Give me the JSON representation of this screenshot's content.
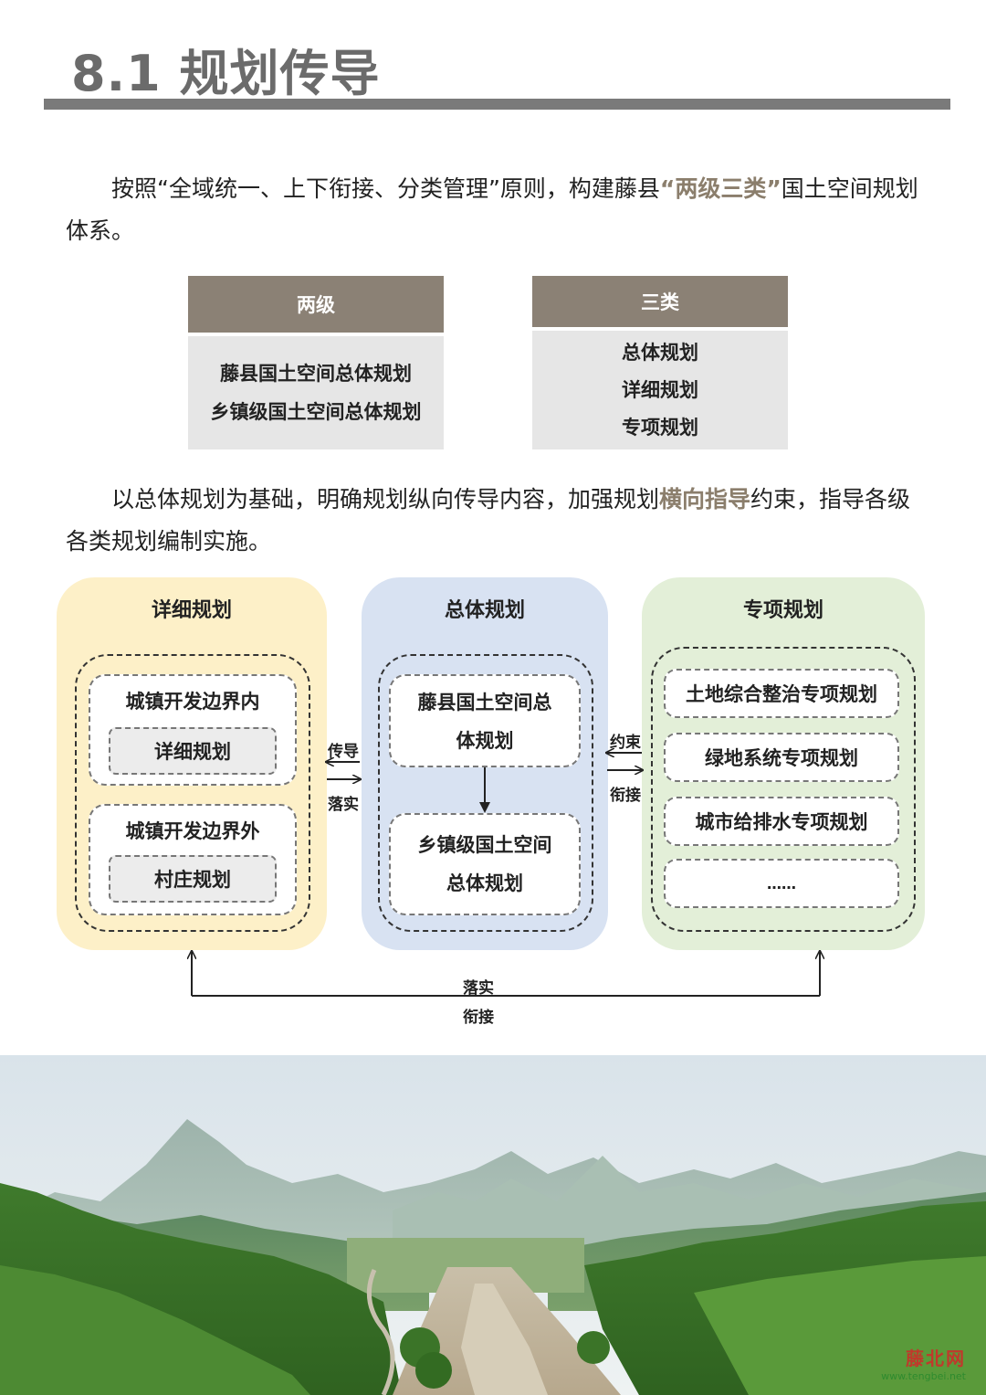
{
  "header": {
    "title": "8.1 规划传导"
  },
  "intro": {
    "part1": "按照“全域统一、上下衔接、分类管理”原则，构建藤县",
    "highlight": "“两级三类”",
    "part2": "国土空间规划体系。"
  },
  "tables": {
    "two_levels": {
      "header": "两级",
      "rows": [
        "藤县国土空间总体规划",
        "乡镇级国土空间总体规划"
      ]
    },
    "three_types": {
      "header": "三类",
      "rows": [
        "总体规划",
        "详细规划",
        "专项规划"
      ]
    }
  },
  "body": {
    "part1": "以总体规划为基础，明确规划纵向传导内容，加强规划",
    "highlight": "横向指导",
    "part2": "约束，指导各级各类规划编制实施。"
  },
  "diagram": {
    "left": {
      "title": "详细规划",
      "card1": {
        "label": "城镇开发边界内",
        "inner": "详细规划"
      },
      "card2": {
        "label": "城镇开发边界外",
        "inner": "村庄规划"
      }
    },
    "middle": {
      "title": "总体规划",
      "card1": {
        "line1": "藤县国土空间总",
        "line2": "体规划"
      },
      "card2": {
        "line1": "乡镇级国土空间",
        "line2": "总体规划"
      }
    },
    "right": {
      "title": "专项规划",
      "items": [
        "土地综合整治专项规划",
        "绿地系统专项规划",
        "城市给排水专项规划",
        "……"
      ]
    },
    "arrows": {
      "left_top": "传导",
      "left_bottom": "落实",
      "right_top": "约束",
      "right_bottom": "衔接",
      "bottom_top": "落实",
      "bottom_bottom": "衔接"
    }
  },
  "watermark": {
    "name": "藤北网",
    "url": "www.tengbei.net"
  }
}
